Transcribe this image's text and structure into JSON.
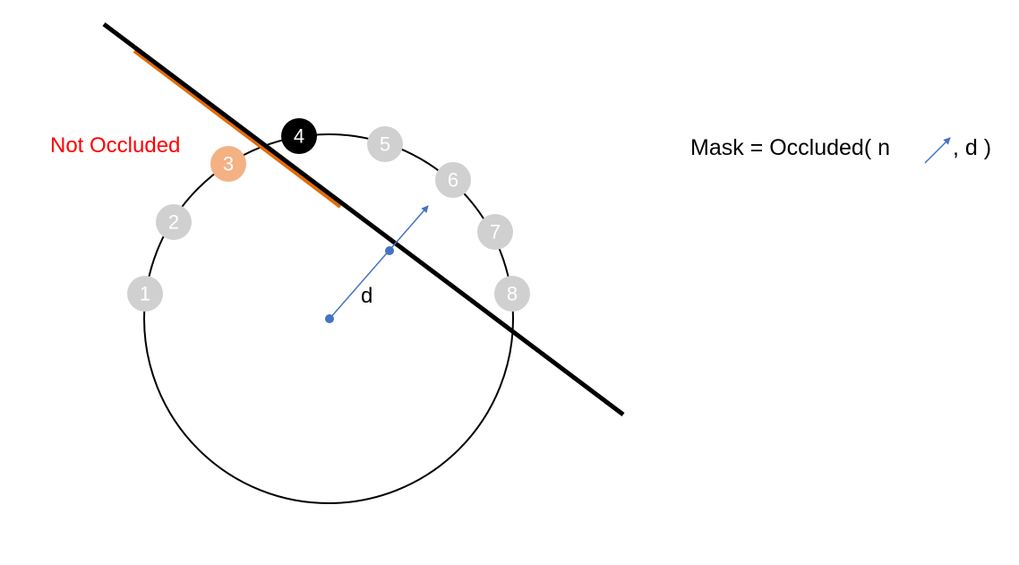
{
  "annotation": {
    "not_occluded_label": "Not Occluded",
    "not_occluded_color": "#FF0000"
  },
  "vector_label": "d",
  "formula": {
    "prefix": "Mask = Occluded( n",
    "suffix": ", d )"
  },
  "nodes": [
    {
      "label": "1",
      "state": "default"
    },
    {
      "label": "2",
      "state": "default"
    },
    {
      "label": "3",
      "state": "not-occluded"
    },
    {
      "label": "4",
      "state": "selected"
    },
    {
      "label": "5",
      "state": "default"
    },
    {
      "label": "6",
      "state": "default"
    },
    {
      "label": "7",
      "state": "default"
    },
    {
      "label": "8",
      "state": "default"
    }
  ],
  "colors": {
    "circle_stroke": "#000000",
    "plane_line": "#000000",
    "orange_segment": "#E46C0A",
    "node_default_fill": "#D0D0D0",
    "node_default_text": "#FFFFFF",
    "node_selected_fill": "#000000",
    "node_selected_text": "#FFFFFF",
    "node_not_occluded_fill": "#F4B183",
    "node_not_occluded_text": "#FFFFFF",
    "arrow": "#4472C4"
  }
}
